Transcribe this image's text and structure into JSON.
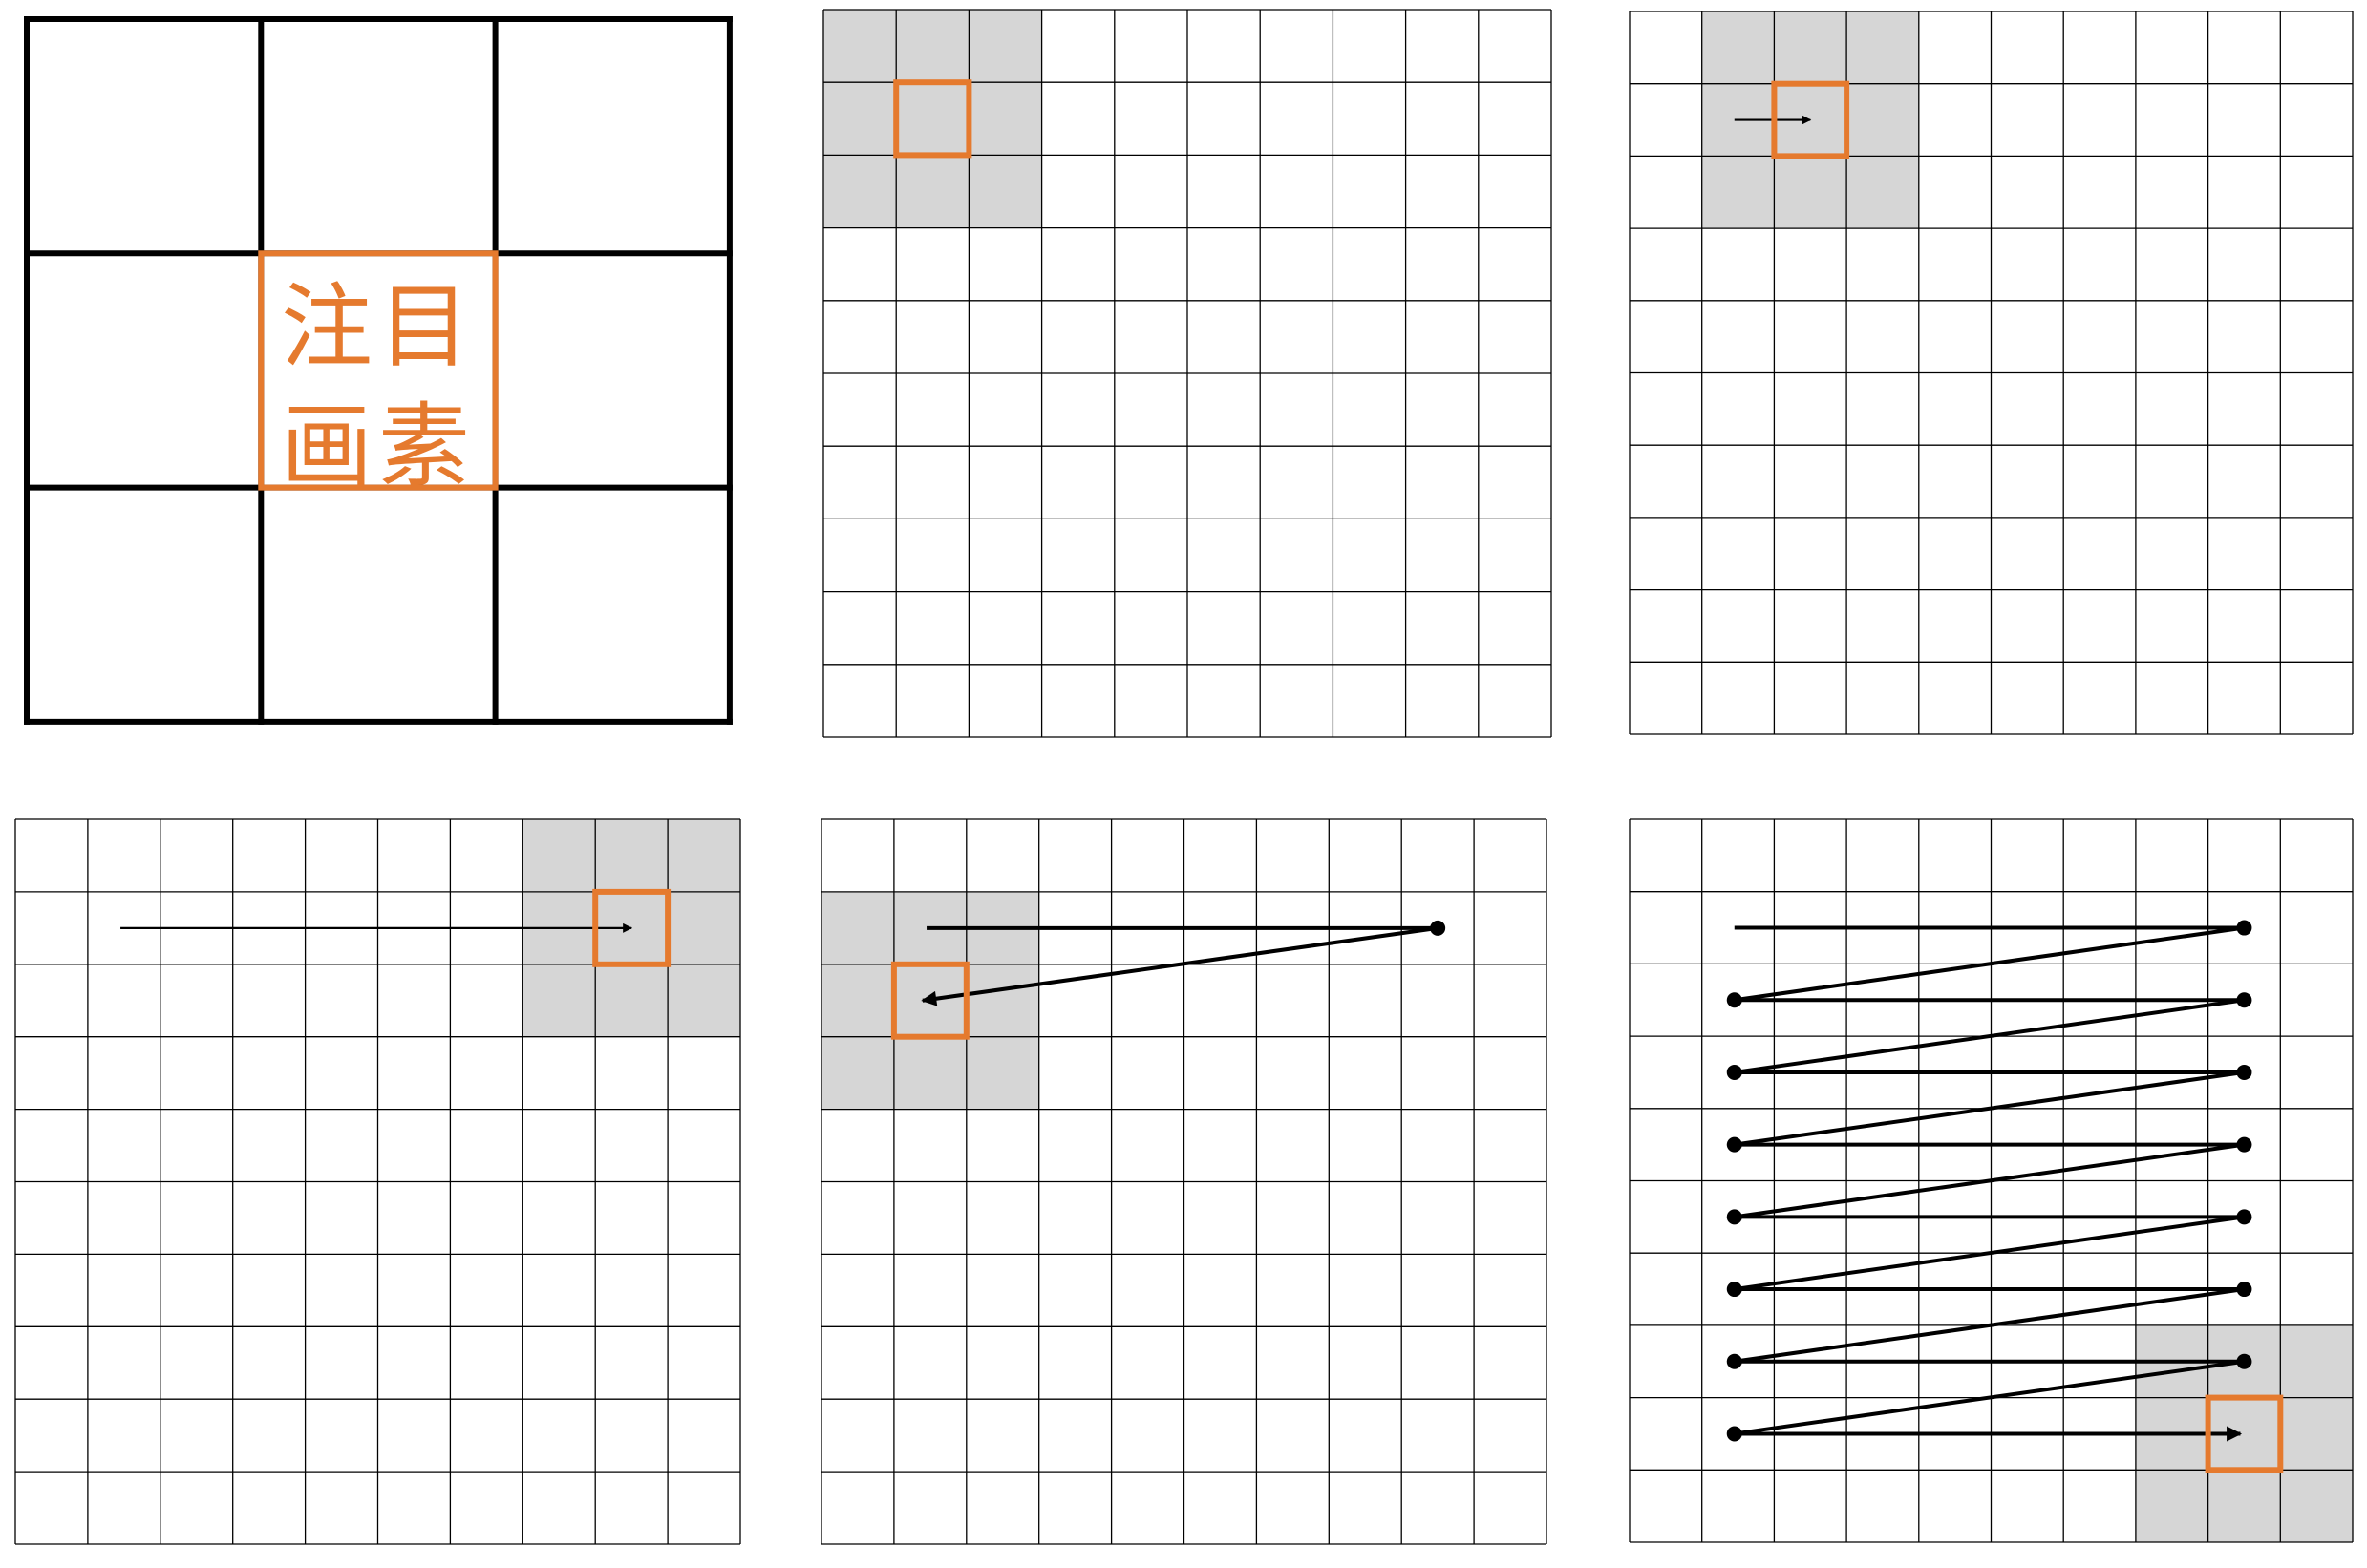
{
  "kernel_diagram": {
    "grid_size": 3,
    "label_line_1": "注目",
    "label_line_2": "画素"
  },
  "scan_grids": {
    "grid_size": 10,
    "window_size": 3,
    "steps": [
      {
        "highlight_center_cell": [
          1,
          1
        ],
        "arrow": null
      },
      {
        "highlight_center_cell": [
          1,
          2
        ],
        "arrow": {
          "from_cell": [
            1,
            1
          ],
          "to_cell": [
            1,
            2
          ],
          "kind": "right-step"
        }
      },
      {
        "highlight_center_cell": [
          1,
          8
        ],
        "arrow": {
          "from_cell": [
            1,
            1
          ],
          "to_cell": [
            1,
            8
          ],
          "kind": "right-sweep"
        }
      },
      {
        "highlight_center_cell": [
          2,
          1
        ],
        "arrow": {
          "from_cell": [
            1,
            1
          ],
          "to_cell": [
            2,
            1
          ],
          "kind": "row-wrap"
        }
      },
      {
        "highlight_center_cell": [
          8,
          8
        ],
        "arrow": {
          "from_cell": [
            1,
            1
          ],
          "to_cell": [
            8,
            8
          ],
          "kind": "full-raster"
        }
      }
    ]
  },
  "colors": {
    "background": "#ffffff",
    "grid_line": "#000000",
    "kernel_line": "#000000",
    "window_fill": "#d6d6d6",
    "target_pixel": "#e57a2e",
    "arrow": "#000000"
  }
}
